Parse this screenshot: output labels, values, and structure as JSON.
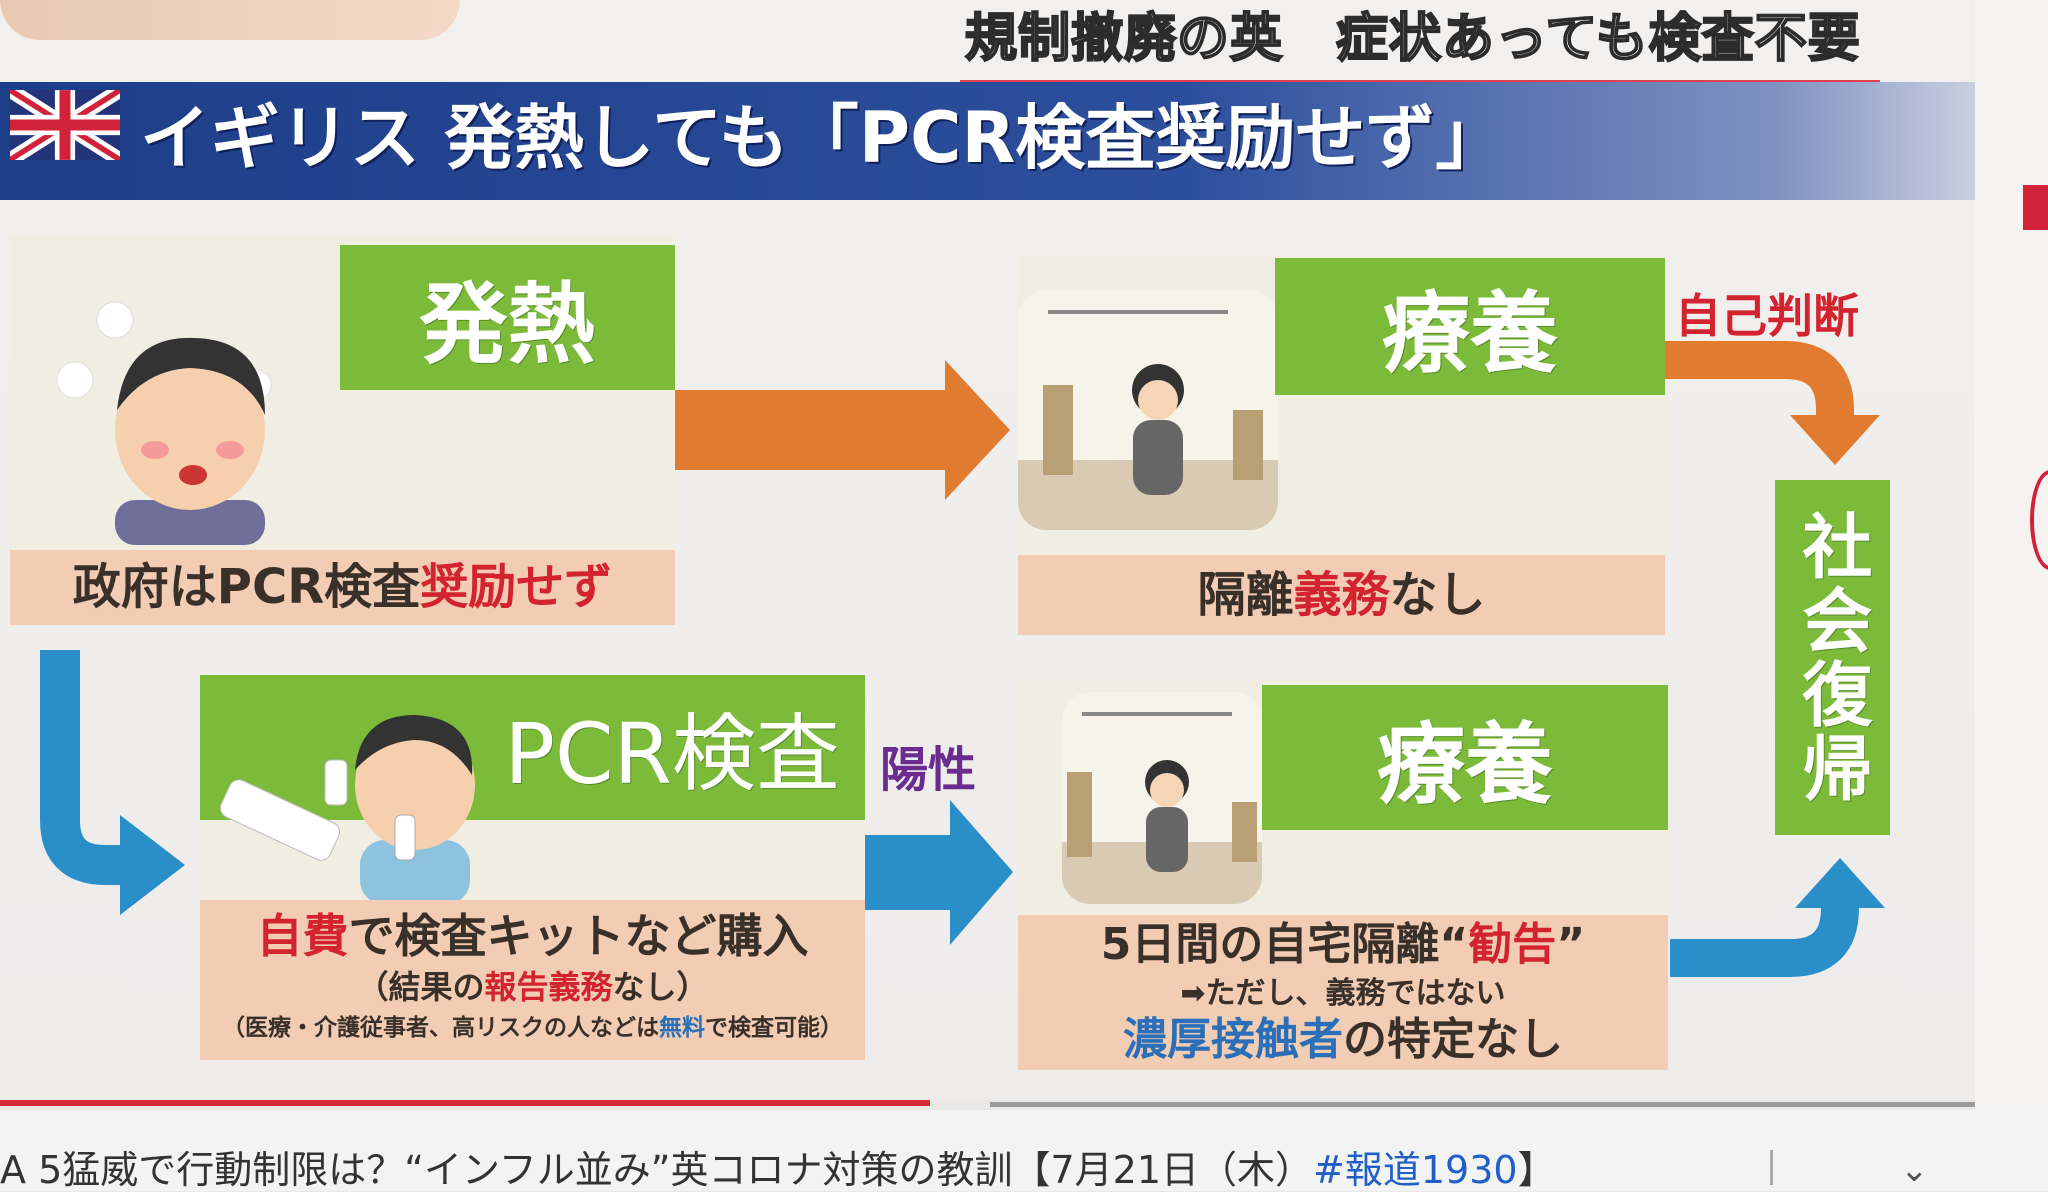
{
  "headline": "規制撤廃の英　症状あっても検査不要",
  "title": {
    "flag_icon": "uk-flag-icon",
    "country": "イギリス",
    "text": "発熱しても「PCR検査奨励せず」"
  },
  "colors": {
    "green": "#7cbb3a",
    "orange": "#e07b30",
    "blue": "#2a8fc8",
    "red": "#d2232e",
    "navy": "#1d3e88"
  },
  "fever": {
    "label": "発熱",
    "caption": [
      {
        "t": "政府はPCR検査",
        "c": ""
      },
      {
        "t": "奨励せず",
        "c": "red"
      }
    ]
  },
  "rest1": {
    "label": "療養",
    "caption": [
      {
        "t": "隔離",
        "c": ""
      },
      {
        "t": "義務",
        "c": "red"
      },
      {
        "t": "なし",
        "c": ""
      }
    ]
  },
  "self_judgment": "自己判断",
  "return": "社会復帰",
  "pcr": {
    "label": "PCR検査",
    "line1": [
      {
        "t": "自費",
        "c": "red"
      },
      {
        "t": "で検査キットなど購入",
        "c": ""
      }
    ],
    "line2": [
      {
        "t": "（結果の",
        "c": ""
      },
      {
        "t": "報告義務",
        "c": "red"
      },
      {
        "t": "なし）",
        "c": ""
      }
    ],
    "line3": [
      {
        "t": "（医療・介護従事者、高リスクの人などは",
        "c": ""
      },
      {
        "t": "無料",
        "c": "blue"
      },
      {
        "t": "で検査可能）",
        "c": ""
      }
    ]
  },
  "positive": "陽性",
  "rest2": {
    "label": "療養",
    "line1": [
      {
        "t": "5日間の自宅隔離“",
        "c": ""
      },
      {
        "t": "勧告",
        "c": "red"
      },
      {
        "t": "”",
        "c": ""
      }
    ],
    "line2": [
      {
        "t": "➡ただし、義務ではない",
        "c": ""
      }
    ],
    "line3": [
      {
        "t": "濃厚接触者",
        "c": "blue"
      },
      {
        "t": "の特定なし",
        "c": ""
      }
    ]
  },
  "video_title": {
    "text": "A 5猛威で行動制限は？“インフル並み”英コロナ対策の教訓【7月21日（木）",
    "tag": "#報道1930",
    "end": "】"
  },
  "expand_icon": "chevron-down-icon"
}
